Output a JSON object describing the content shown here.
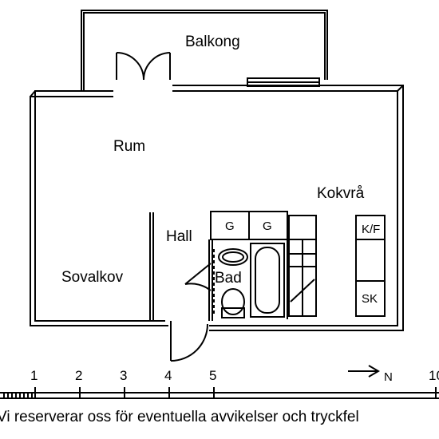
{
  "rooms": {
    "balcony": "Balkong",
    "living": "Rum",
    "kitchenette": "Kokvrå",
    "hall": "Hall",
    "bath": "Bad",
    "alcove": "Sovalkov"
  },
  "fixtures": {
    "wardrobe_1": "G",
    "wardrobe_2": "G",
    "fridge_freezer": "K/F",
    "cabinet": "SK"
  },
  "scale": {
    "ticks": [
      "1",
      "2",
      "3",
      "4",
      "5",
      "10"
    ]
  },
  "north_label": "N",
  "disclaimer": "Vi reserverar oss för eventuella avvikelser och tryckfel"
}
